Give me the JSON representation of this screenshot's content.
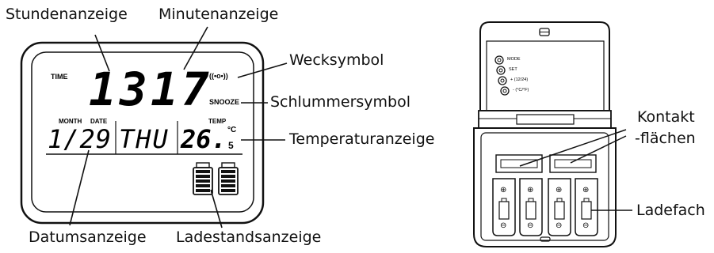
{
  "clock_figure": {
    "callouts": {
      "hour_display": "Stundenanzeige",
      "minute_display": "Minutenanzeige",
      "alarm_symbol": "Wecksymbol",
      "snooze_symbol": "Schlummersymbol",
      "temperature_display": "Temperaturanzeige",
      "date_display": "Datumsanzeige",
      "charge_level_display": "Ladestandsanzeige"
    },
    "screen": {
      "time_label": "TIME",
      "hours": "13",
      "minutes": "17",
      "alarm_glyph": "((•o•))",
      "snooze_label": "SNOOZE",
      "month_label": "MONTH",
      "date_label": "DATE",
      "date_value": "1/29",
      "weekday": "THU",
      "temp_label": "TEMP",
      "temp_value": "26.",
      "temp_unit": "°C",
      "temp_decimal": "5"
    }
  },
  "charger_figure": {
    "callouts": {
      "contact_surfaces_line1": "Kontakt",
      "contact_surfaces_line2": "-flächen",
      "charging_bay": "Ladefach"
    },
    "lid_buttons": [
      "MODE",
      "SET",
      "+ (12/24)",
      "- (°C/°F)"
    ],
    "polarity": {
      "plus": "⊕",
      "minus": "⊖"
    }
  },
  "colors": {
    "line": "#111111",
    "background": "#ffffff"
  }
}
